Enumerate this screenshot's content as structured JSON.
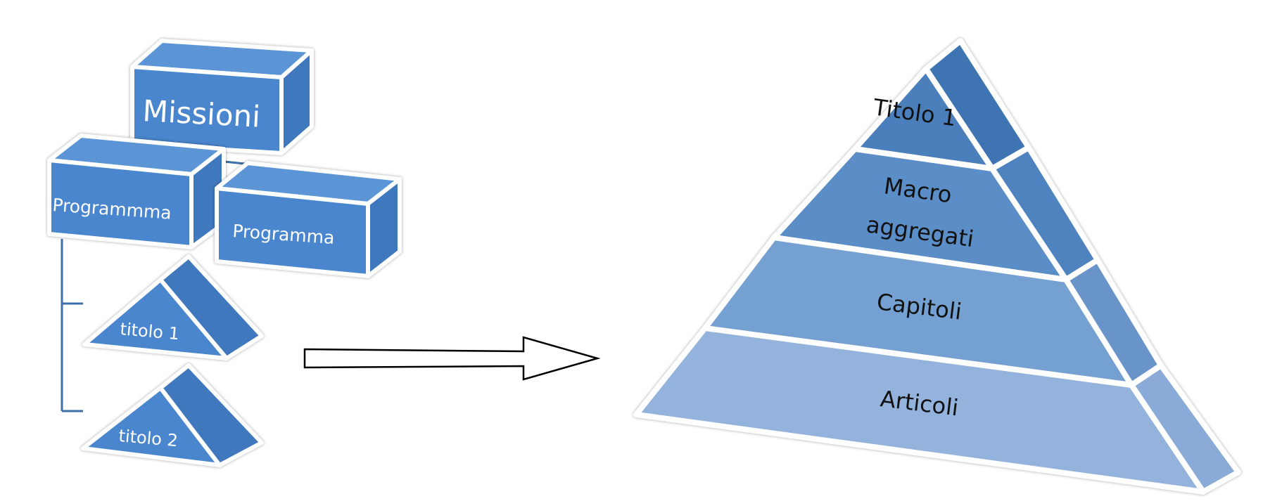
{
  "hierarchy": {
    "missioni": "Missioni",
    "programma_left": "Programmma",
    "programma_right": "Programma",
    "titolo_1": "titolo 1",
    "titolo_2": "titolo 2"
  },
  "pyramid": {
    "level_1": "Titolo 1",
    "level_2_line_1": "Macro",
    "level_2_line_2": "aggregati",
    "level_3": "Capitoli",
    "level_4": "Articoli"
  },
  "colors": {
    "box_front": "#4a86cd",
    "box_top": "#5b95d6",
    "box_side": "#3f78bd",
    "pyr_level_1": "#4a7fbb",
    "pyr_level_2": "#5b8dc6",
    "pyr_level_3": "#75a0d2",
    "pyr_level_4": "#93b3dd",
    "outline": "#ffffff",
    "connector": "#3d6fa8",
    "arrow": "#000000"
  }
}
